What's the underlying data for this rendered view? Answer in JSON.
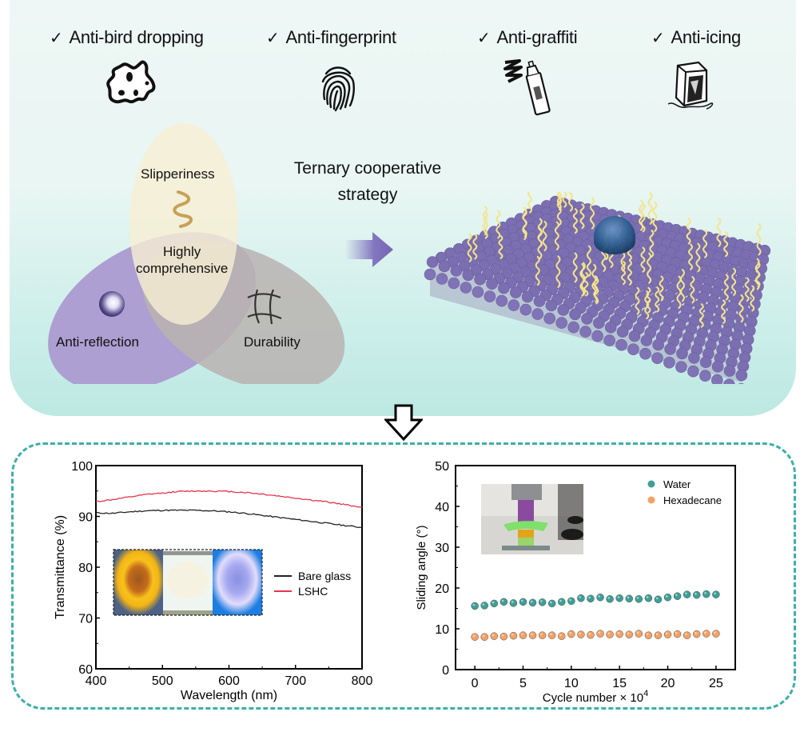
{
  "features": [
    {
      "check": "✓",
      "label": "Anti-bird dropping",
      "icon": "bird-dropping-icon"
    },
    {
      "check": "✓",
      "label": "Anti-fingerprint",
      "icon": "fingerprint-icon"
    },
    {
      "check": "✓",
      "label": "Anti-graffiti",
      "icon": "spray-can-icon"
    },
    {
      "check": "✓",
      "label": "Anti-icing",
      "icon": "ice-cube-icon"
    }
  ],
  "venn": {
    "top": "Slipperiness",
    "center_line1": "Highly",
    "center_line2": "comprehensive",
    "left": "Anti-reflection",
    "right": "Durability"
  },
  "strategy": {
    "line1": "Ternary cooperative",
    "line2": "strategy"
  },
  "colors": {
    "accent_teal": "#3bb1a5",
    "venn_purple": "#ad9fd2",
    "venn_yellow": "#f6efd6",
    "venn_gray": "#c0b9b4",
    "particle_purple": "#7b6fb1",
    "chain_yellow": "#f4e58a",
    "lshc_red": "#e8334f",
    "bare_black": "#222222",
    "water_teal": "#3f9f98",
    "hexadecane_orange": "#f4a166"
  },
  "chart_data": [
    {
      "type": "line",
      "title": "",
      "xlabel": "Wavelength (nm)",
      "ylabel": "Transmittance (%)",
      "xlim": [
        400,
        800
      ],
      "ylim": [
        60,
        100
      ],
      "xticks": [
        400,
        500,
        600,
        700,
        800
      ],
      "yticks": [
        60,
        70,
        80,
        90,
        100
      ],
      "grid": false,
      "legend_position": "center-right",
      "inset": "sunflower photos through bare glass / coated glass",
      "series": [
        {
          "name": "Bare glass",
          "color": "#222222",
          "x": [
            400,
            425,
            450,
            475,
            500,
            525,
            550,
            575,
            600,
            625,
            650,
            675,
            700,
            725,
            750,
            775,
            800
          ],
          "y": [
            90.7,
            90.6,
            90.9,
            91.1,
            91.2,
            91.2,
            91.2,
            91.1,
            90.9,
            90.6,
            90.2,
            89.8,
            89.4,
            89.0,
            88.6,
            88.2,
            87.8
          ]
        },
        {
          "name": "LSHC",
          "color": "#e8334f",
          "x": [
            400,
            425,
            450,
            475,
            500,
            525,
            550,
            575,
            600,
            625,
            650,
            675,
            700,
            725,
            750,
            775,
            800
          ],
          "y": [
            92.9,
            93.3,
            93.8,
            94.3,
            94.6,
            94.9,
            95.0,
            95.0,
            94.9,
            94.7,
            94.4,
            94.0,
            93.6,
            93.2,
            92.8,
            92.3,
            91.8
          ]
        }
      ]
    },
    {
      "type": "scatter",
      "title": "",
      "xlabel": "Cycle number × 10",
      "xlabel_sup": "4",
      "ylabel": "Sliding angle (°)",
      "xlim": [
        -2,
        27
      ],
      "ylim": [
        0,
        50
      ],
      "xticks": [
        0,
        5,
        10,
        15,
        20,
        25
      ],
      "yticks": [
        0,
        10,
        20,
        30,
        40,
        50
      ],
      "grid": false,
      "legend_position": "top-right",
      "inset": "photo of abrasion test apparatus",
      "series": [
        {
          "name": "Water",
          "color": "#3f9f98",
          "x": [
            0,
            1,
            2,
            3,
            4,
            5,
            6,
            7,
            8,
            9,
            10,
            11,
            12,
            13,
            14,
            15,
            16,
            17,
            18,
            19,
            20,
            21,
            22,
            23,
            24,
            25
          ],
          "y": [
            15.6,
            15.7,
            16.2,
            16.6,
            16.3,
            16.6,
            16.4,
            16.5,
            16.2,
            16.6,
            16.8,
            17.5,
            17.4,
            17.7,
            17.3,
            17.5,
            17.4,
            17.3,
            17.5,
            17.2,
            17.7,
            18.0,
            18.4,
            18.3,
            18.5,
            18.4
          ],
          "err": 0.8
        },
        {
          "name": "Hexadecane",
          "color": "#f4a166",
          "x": [
            0,
            1,
            2,
            3,
            4,
            5,
            6,
            7,
            8,
            9,
            10,
            11,
            12,
            13,
            14,
            15,
            16,
            17,
            18,
            19,
            20,
            21,
            22,
            23,
            24,
            25
          ],
          "y": [
            8.0,
            8.0,
            8.2,
            8.1,
            8.3,
            8.4,
            8.4,
            8.4,
            8.4,
            8.2,
            8.7,
            8.6,
            8.5,
            8.8,
            8.6,
            8.7,
            8.6,
            8.8,
            8.4,
            8.4,
            8.6,
            8.7,
            8.4,
            8.7,
            8.8,
            8.8
          ],
          "err": 0.7
        }
      ]
    }
  ]
}
